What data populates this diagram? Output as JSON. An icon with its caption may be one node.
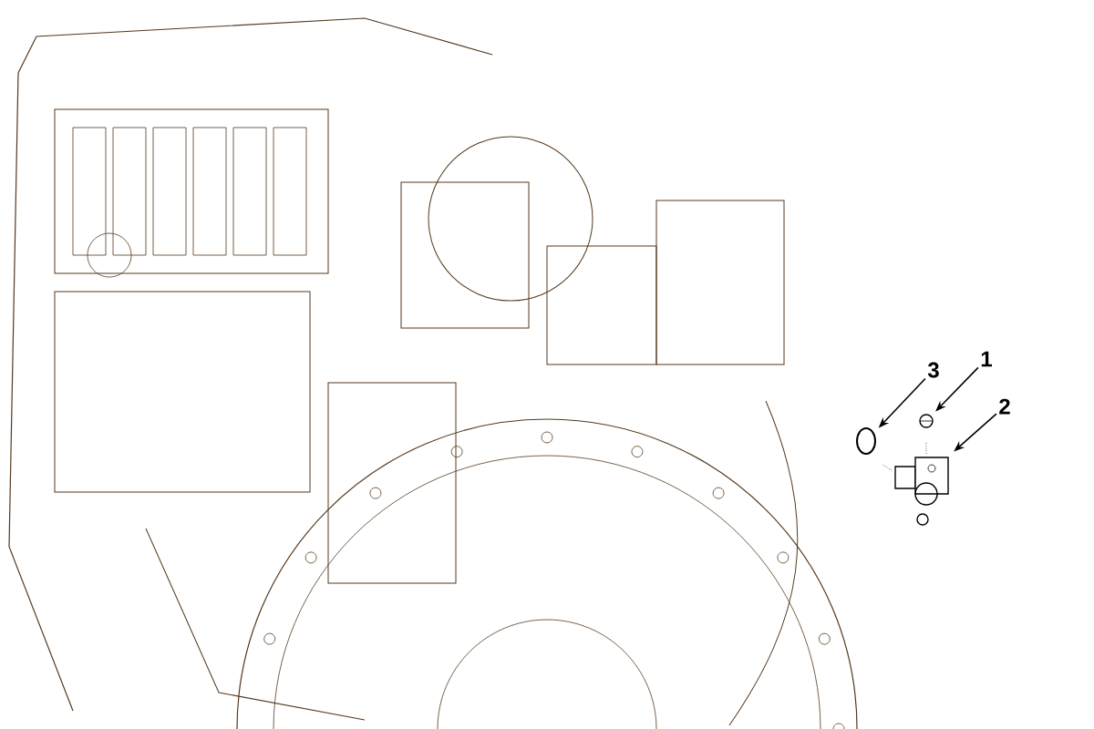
{
  "diagram": {
    "nodes": [
      {
        "text": [
          "1"
        ]
      },
      {
        "text": [
          "2"
        ]
      },
      {
        "text": [
          "3"
        ]
      },
      {
        "text": [],
        "shape": "picture"
      },
      {
        "text": [],
        "shape": "picture"
      },
      {
        "text": [],
        "shape": "circle"
      }
    ],
    "edges": [
      {
        "from": 0,
        "to": 3,
        "arrow": "to"
      },
      {
        "from": 1,
        "to": 4,
        "arrow": "to"
      },
      {
        "from": 2,
        "to": 5,
        "arrow": "to"
      }
    ]
  }
}
